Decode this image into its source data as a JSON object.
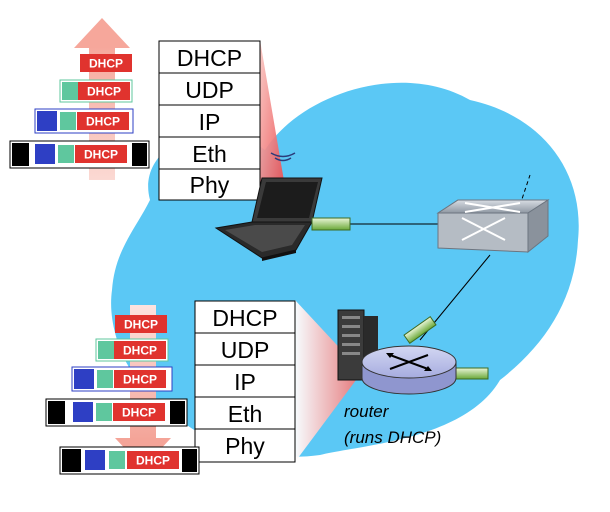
{
  "top_stack": {
    "layers": [
      "DHCP",
      "UDP",
      "IP",
      "Eth",
      "Phy"
    ]
  },
  "bottom_stack": {
    "layers": [
      "DHCP",
      "UDP",
      "IP",
      "Eth",
      "Phy"
    ]
  },
  "packet_label": "DHCP",
  "router_caption": {
    "line1": "router",
    "line2": "(runs DHCP)"
  },
  "colors": {
    "cloud": "#5bc8f5",
    "dhcp_red": "#e0332e",
    "udp_green": "#5fc79e",
    "ip_blue": "#2e3fc4",
    "eth_black": "#000000",
    "arrow_pink": "#f7b8b0",
    "router_blue": "#b8bde6"
  },
  "icons": {
    "laptop": "laptop-icon",
    "switch": "switch-icon",
    "router": "router-icon",
    "server": "server-icon",
    "wifi": "wifi-icon"
  }
}
